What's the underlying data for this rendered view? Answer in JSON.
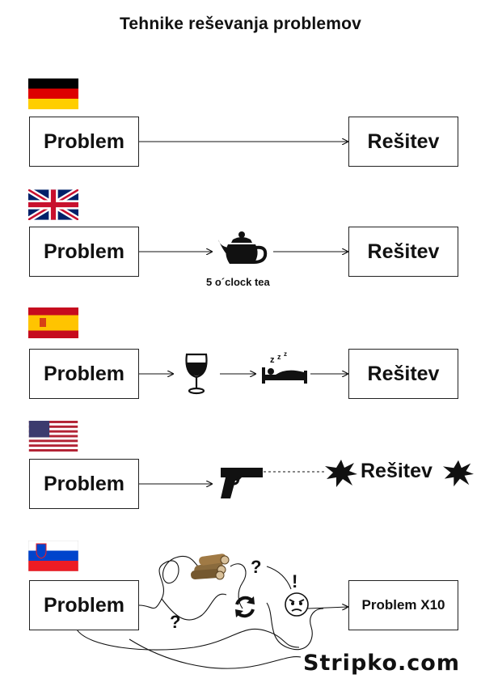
{
  "title": "Tehnike reševanja problemov",
  "rows": [
    {
      "country": "Germany",
      "flag_icon": "flag-germany-icon",
      "problem": "Problem",
      "solution": "Rešitev"
    },
    {
      "country": "United Kingdom",
      "flag_icon": "flag-uk-icon",
      "problem": "Problem",
      "steps": [
        "teapot-icon"
      ],
      "caption": "5 o´clock tea",
      "solution": "Rešitev"
    },
    {
      "country": "Spain",
      "flag_icon": "flag-spain-icon",
      "problem": "Problem",
      "steps": [
        "wine-glass-icon",
        "sleeping-bed-icon"
      ],
      "solution": "Rešitev"
    },
    {
      "country": "USA",
      "flag_icon": "flag-usa-icon",
      "problem": "Problem",
      "steps": [
        "gun-icon",
        "explosion-icon"
      ],
      "solution": "Rešitev"
    },
    {
      "country": "Slovenia",
      "flag_icon": "flag-slovenia-icon",
      "problem": "Problem",
      "steps": [
        "logs-icon",
        "question-mark",
        "refresh-icon",
        "angry-face-icon",
        "exclamation-mark"
      ],
      "marks": [
        "?",
        "?",
        "!"
      ],
      "solution": "Problem X10"
    }
  ],
  "watermark": "Stripko.com",
  "colors": {
    "ink": "#111111",
    "germany": [
      "#000000",
      "#dd0000",
      "#ffce00"
    ],
    "spain": [
      "#c60b1e",
      "#ffc400"
    ],
    "slovenia": [
      "#ffffff",
      "#0044cc",
      "#ed1c24"
    ],
    "usa": [
      "#b22234",
      "#3c3b6e"
    ]
  }
}
